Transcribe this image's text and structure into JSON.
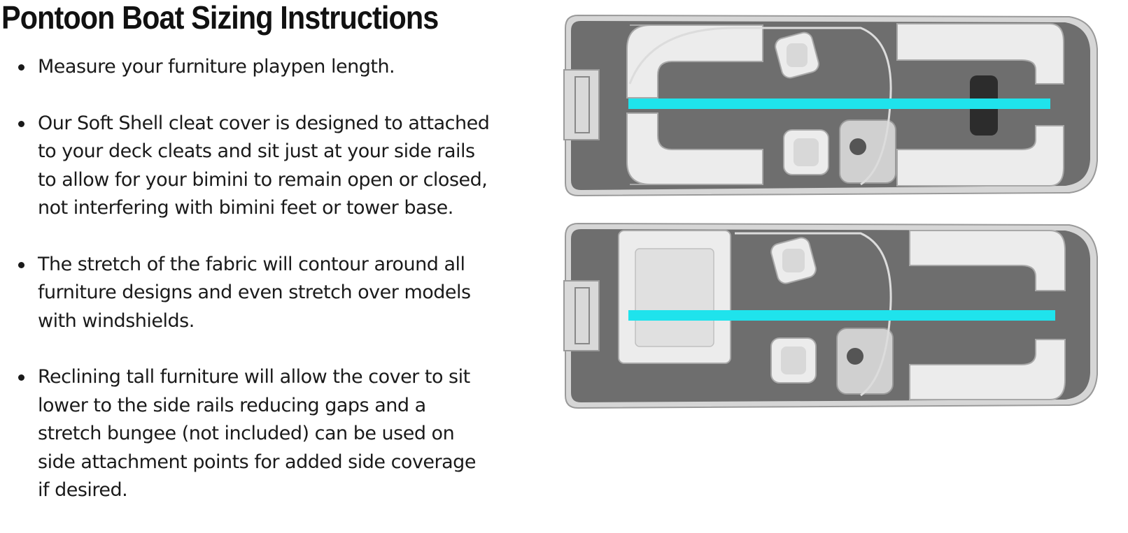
{
  "title": "Pontoon Boat Sizing Instructions",
  "instructions": [
    "Measure your furniture playpen length.",
    "Our Soft Shell cleat cover is designed to attached to your deck cleats and sit just at your side rails to allow for your bimini to remain open or closed, not interfering with bimini feet or tower base.",
    "The stretch of the fabric will contour around all furniture designs and even stretch over models with windshields.",
    "Reclining tall furniture will allow the cover to sit lower to the side rails reducing gaps and a stretch bungee (not included) can be used on side attachment points for added side coverage if desired."
  ],
  "colors": {
    "measure_line": "#1fe3ec",
    "deck": "#6e6e6e",
    "hull_outline": "#bdbdbd",
    "seating": "#ececec"
  },
  "diagrams": [
    {
      "name": "pontoon-layout-1"
    },
    {
      "name": "pontoon-layout-2"
    }
  ]
}
